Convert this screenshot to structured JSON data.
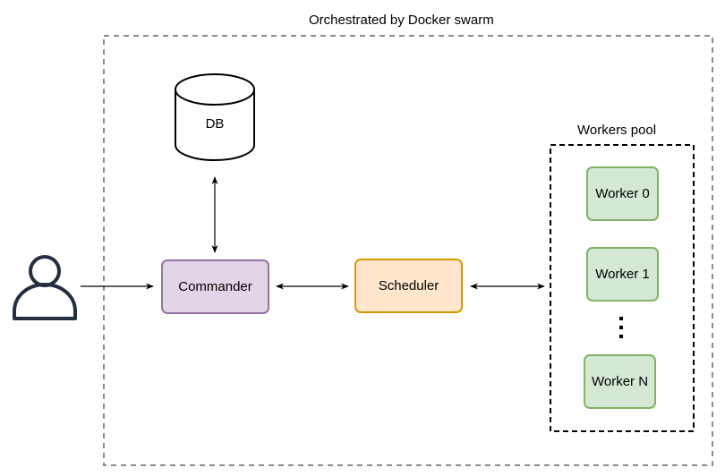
{
  "swarm": {
    "label": "Orchestrated by Docker swarm",
    "border_color": "#8c8c8c"
  },
  "db": {
    "label": "DB"
  },
  "commander": {
    "label": "Commander",
    "fill": "#e1d5e7",
    "stroke": "#9673a6"
  },
  "scheduler": {
    "label": "Scheduler",
    "fill": "#ffe6cc",
    "stroke": "#d79b00"
  },
  "workers_pool": {
    "label": "Workers pool",
    "workers": [
      {
        "label": "Worker 0"
      },
      {
        "label": "Worker 1"
      },
      {
        "label": "Worker N"
      }
    ],
    "worker_fill": "#d5e8d4",
    "worker_stroke": "#82b366"
  },
  "user": {
    "icon": "user-icon",
    "color": "#232f3e"
  },
  "connections": [
    {
      "from": "user",
      "to": "commander",
      "direction": "one-way"
    },
    {
      "from": "commander",
      "to": "db",
      "direction": "two-way"
    },
    {
      "from": "commander",
      "to": "scheduler",
      "direction": "two-way"
    },
    {
      "from": "scheduler",
      "to": "workers_pool",
      "direction": "two-way"
    }
  ]
}
